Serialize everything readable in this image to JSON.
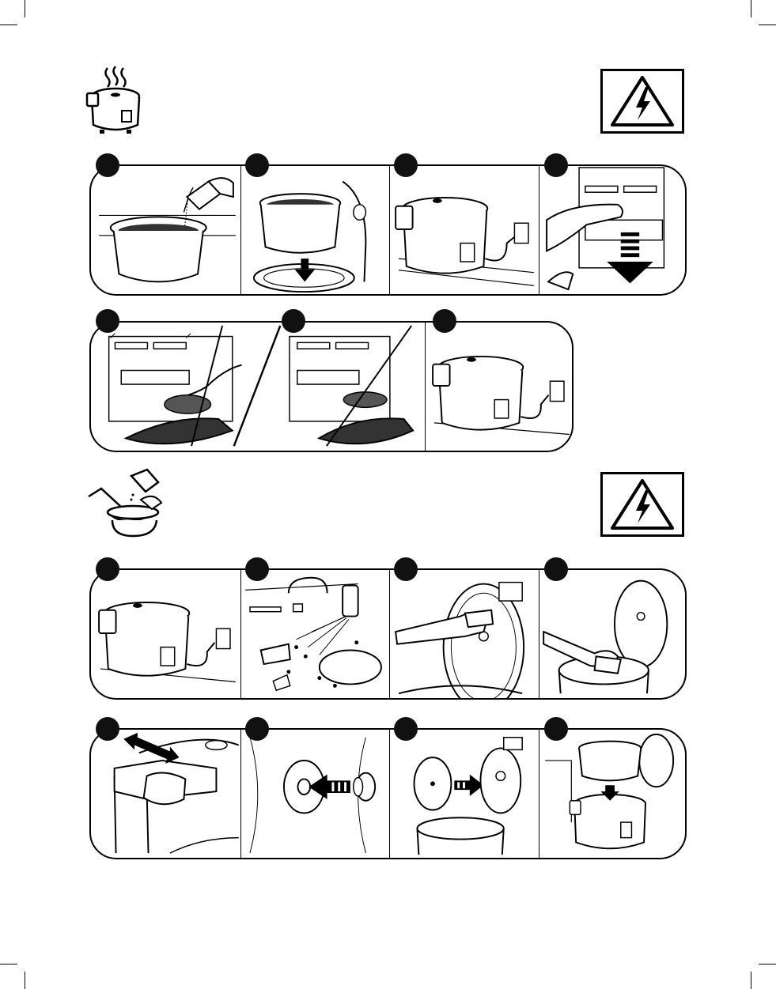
{
  "page": {
    "sections": [
      {
        "id": "cooking",
        "icon": "steaming-rice-cooker-icon",
        "warning": "electric-shock-warning-icon"
      },
      {
        "id": "cleaning",
        "icon": "washing-bowl-icon",
        "warning": "electric-shock-warning-icon"
      }
    ],
    "steps": {
      "cooking_row1": [
        "measure-water",
        "insert-inner-pot",
        "plug-in-cooker",
        "press-switch"
      ],
      "cooking_row2": [
        "stir-rice-keep-warm",
        "serve-rice",
        "unplug-cooker"
      ],
      "cleaning_row1": [
        "unplug-before-cleaning",
        "wash-pot-and-lid",
        "wipe-lid",
        "wipe-heating-plate"
      ],
      "cleaning_row2": [
        "wipe-handle",
        "remove-valve",
        "reattach-lid",
        "replace-inner-pot"
      ]
    },
    "colors": {
      "ink": "#000000",
      "paper": "#ffffff",
      "badge": "#111111"
    }
  }
}
